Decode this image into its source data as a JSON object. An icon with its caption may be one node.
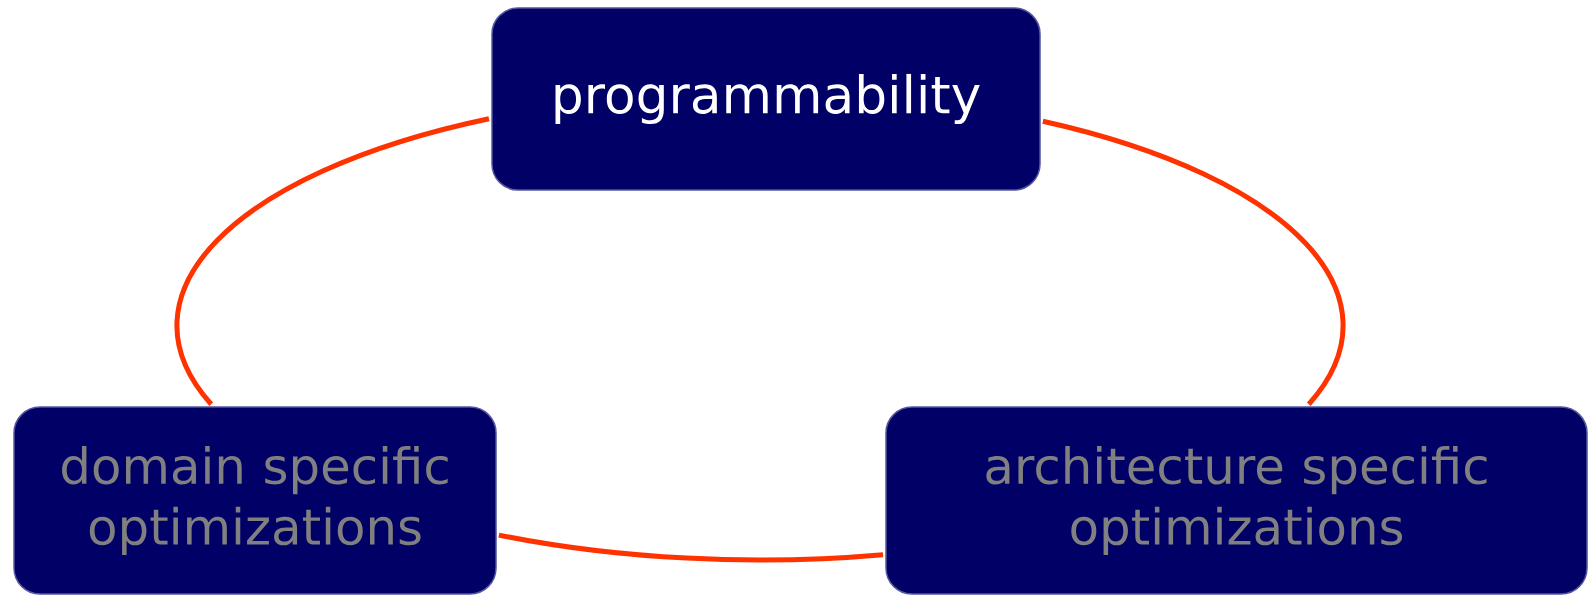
{
  "diagram": {
    "nodes": [
      {
        "text": [
          "programmability"
        ]
      },
      {
        "text": [
          "domain specific optimizations"
        ]
      },
      {
        "text": [
          "architecture specific optimizations"
        ]
      }
    ],
    "edges": [
      {
        "from": 0,
        "to": 1,
        "arrow": "none"
      },
      {
        "from": 1,
        "to": 2,
        "arrow": "none"
      },
      {
        "from": 2,
        "to": 0,
        "arrow": "none"
      }
    ]
  }
}
